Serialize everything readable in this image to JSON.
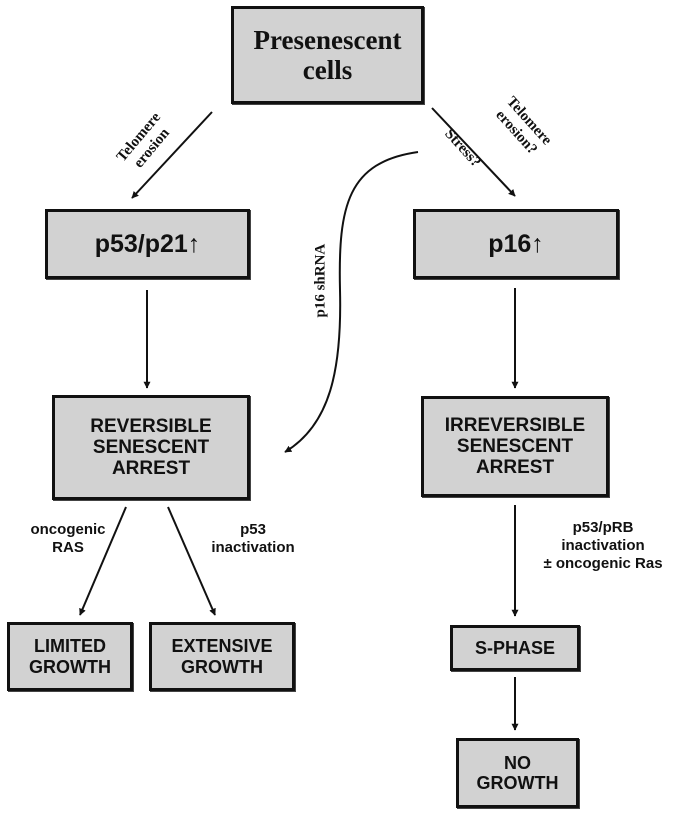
{
  "colors": {
    "box_fill": "#d2d2d2",
    "box_border": "#111111",
    "arrow": "#111111"
  },
  "nodes": {
    "presenescent": {
      "lines": [
        "Presenescent",
        "cells"
      ]
    },
    "p53p21": {
      "lines": [
        "p53/p21↑"
      ]
    },
    "p16": {
      "lines": [
        "p16↑"
      ]
    },
    "reversible": {
      "lines": [
        "REVERSIBLE",
        "SENESCENT",
        "ARREST"
      ]
    },
    "irreversible": {
      "lines": [
        "IRREVERSIBLE",
        "SENESCENT",
        "ARREST"
      ]
    },
    "limited": {
      "lines": [
        "LIMITED",
        "GROWTH"
      ]
    },
    "extensive": {
      "lines": [
        "EXTENSIVE",
        "GROWTH"
      ]
    },
    "sphase": {
      "lines": [
        "S-PHASE"
      ]
    },
    "nogrowth": {
      "lines": [
        "NO",
        "GROWTH"
      ]
    }
  },
  "edge_labels": {
    "telomere_left": [
      "Telomere",
      "erosion"
    ],
    "telomere_right": [
      "Telomere",
      "erosion?"
    ],
    "stress": "Stress?",
    "p16_shrna": "p16 shRNA",
    "oncogenic_ras": [
      "oncogenic",
      "RAS"
    ],
    "p53_inactivation": [
      "p53",
      "inactivation"
    ],
    "p53_prb": [
      "p53/pRB",
      "inactivation",
      "± oncogenic Ras"
    ]
  }
}
